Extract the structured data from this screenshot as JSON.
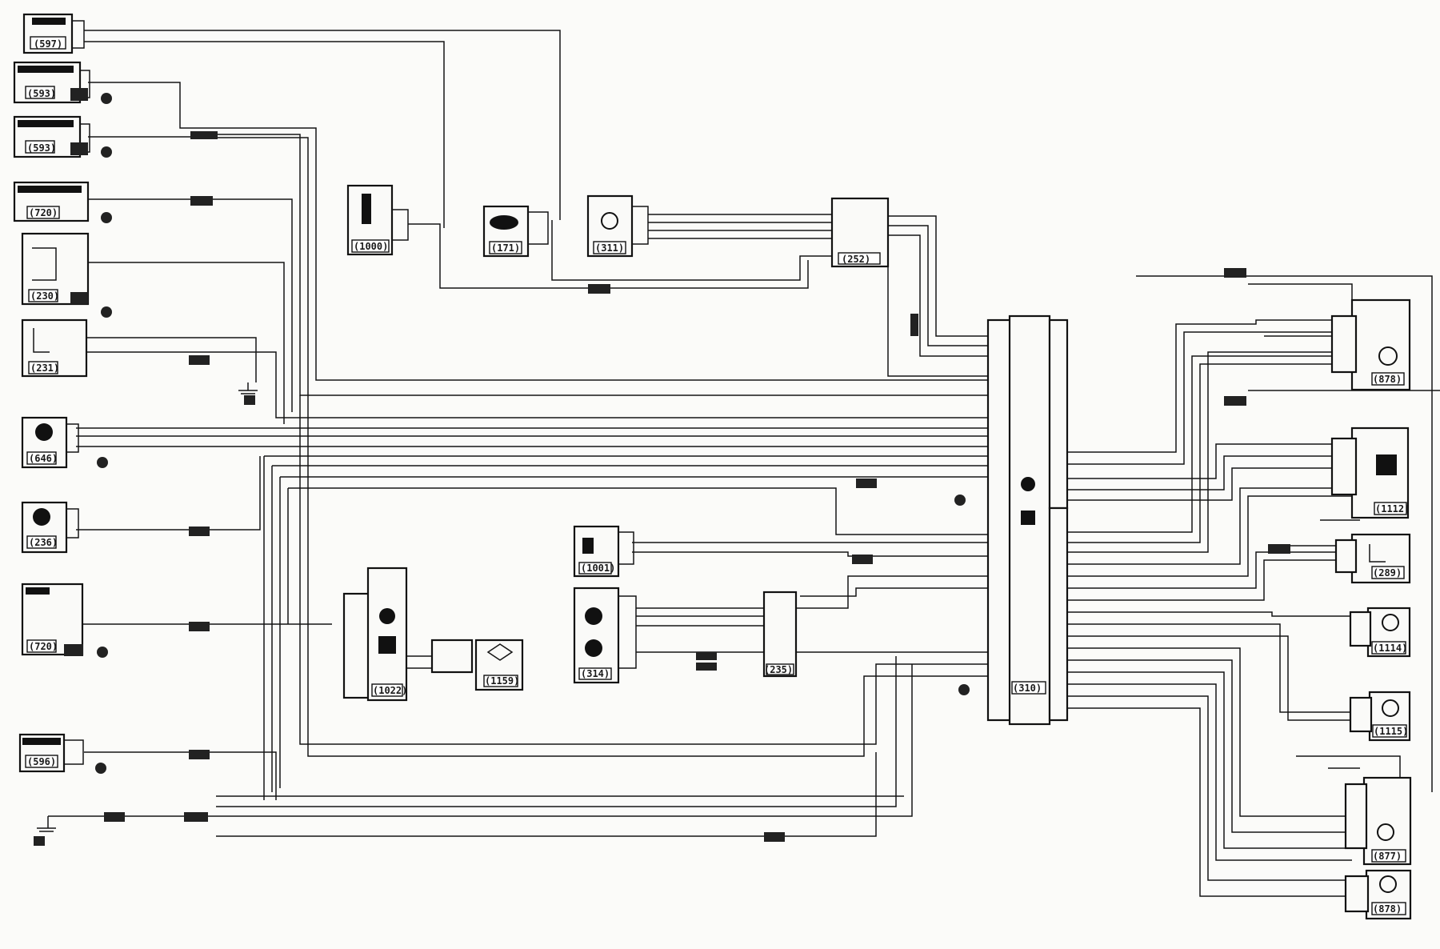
{
  "components": [
    {
      "id": "C1",
      "label": "(597)"
    },
    {
      "id": "C2",
      "label": "(593)"
    },
    {
      "id": "C3",
      "label": "(593)"
    },
    {
      "id": "C4",
      "label": "(720)"
    },
    {
      "id": "C5",
      "label": "(230)"
    },
    {
      "id": "C6",
      "label": "(231)"
    },
    {
      "id": "C7",
      "label": "(646)"
    },
    {
      "id": "C8",
      "label": "(236)"
    },
    {
      "id": "C9",
      "label": "(720)"
    },
    {
      "id": "C10",
      "label": "(596)"
    },
    {
      "id": "C11",
      "label": "(1000)"
    },
    {
      "id": "C12",
      "label": "(171)"
    },
    {
      "id": "C13",
      "label": "(311)"
    },
    {
      "id": "C14",
      "label": "(252)"
    },
    {
      "id": "C15",
      "label": "(1001)"
    },
    {
      "id": "C16",
      "label": "(314)"
    },
    {
      "id": "C17",
      "label": "(1022)"
    },
    {
      "id": "C18",
      "label": "(1159)"
    },
    {
      "id": "C19",
      "label": "(235)"
    },
    {
      "id": "C20",
      "label": "(310)"
    },
    {
      "id": "C21",
      "label": "(878)"
    },
    {
      "id": "C22",
      "label": "(1112)"
    },
    {
      "id": "C23",
      "label": "(289)"
    },
    {
      "id": "C24",
      "label": "(1114)"
    },
    {
      "id": "C25",
      "label": "(1115)"
    },
    {
      "id": "C26",
      "label": "(877)"
    },
    {
      "id": "C27",
      "label": "(878)"
    }
  ],
  "icons": [
    "fuse-icon",
    "switch-icon",
    "sensor-icon",
    "motor-icon",
    "ground-icon",
    "lamp-icon"
  ]
}
